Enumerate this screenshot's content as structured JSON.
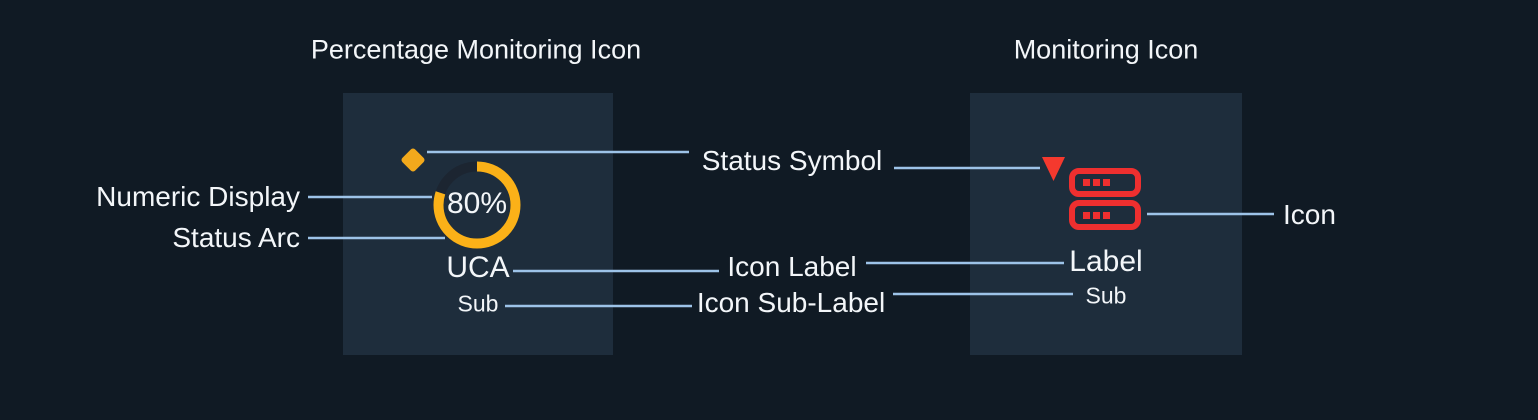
{
  "left_panel": {
    "title": "Percentage Monitoring Icon",
    "percent_text": "80%",
    "percent_value": 80,
    "label": "UCA",
    "sub_label": "Sub"
  },
  "right_panel": {
    "title": "Monitoring Icon",
    "label": "Label",
    "sub_label": "Sub"
  },
  "annotations": {
    "status_symbol": "Status Symbol",
    "numeric_display": "Numeric Display",
    "status_arc": "Status Arc",
    "icon_label": "Icon Label",
    "icon_sub_label": "Icon Sub-Label",
    "icon": "Icon"
  },
  "colors": {
    "background": "#101a24",
    "panel": "#1e2d3c",
    "connector": "#9dc3e8",
    "text": "#f3f6f9",
    "diamond_amber": "#f2a91c",
    "arc_yellow": "#fbb118",
    "arc_track": "#1c2531",
    "triangle_red": "#f5392e",
    "server_red": "#ee2f2f"
  }
}
